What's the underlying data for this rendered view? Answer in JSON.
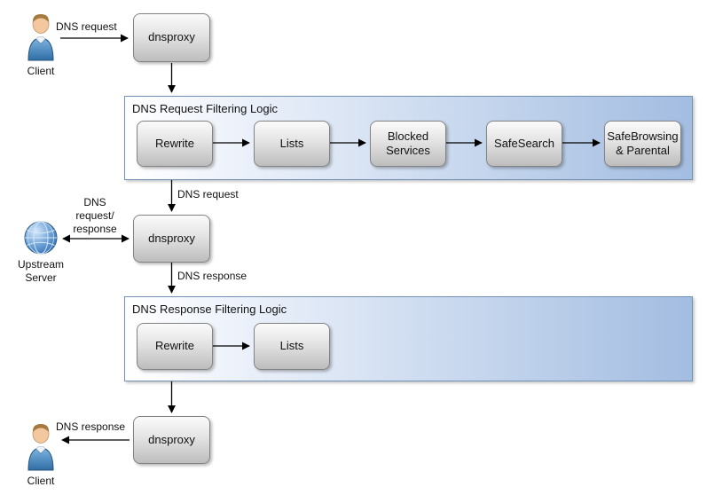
{
  "nodes": {
    "client_top": "Client",
    "dnsproxy_top": "dnsproxy",
    "dnsproxy_mid": "dnsproxy",
    "dnsproxy_bottom": "dnsproxy",
    "upstream_server": "Upstream Server",
    "client_bottom": "Client"
  },
  "request_filter": {
    "title": "DNS Request Filtering Logic",
    "boxes": [
      "Rewrite",
      "Lists",
      "Blocked Services",
      "SafeSearch",
      "SafeBrowsing & Parental"
    ]
  },
  "response_filter": {
    "title": "DNS Response Filtering Logic",
    "boxes": [
      "Rewrite",
      "Lists"
    ]
  },
  "edge_labels": {
    "client_request": "DNS request",
    "filtered_request": "DNS request",
    "upstream_exchange": "DNS request/ response",
    "dns_response": "DNS response",
    "client_response": "DNS response"
  },
  "icons": {
    "client_top": "person-icon",
    "client_bottom": "person-icon",
    "upstream": "globe-icon"
  },
  "colors": {
    "group_border": "#7390b5",
    "group_fill_start": "#ffffff",
    "group_fill_end": "#a3bde1",
    "node_border": "#838383",
    "node_fill_start": "#fbfbfb",
    "node_fill_end": "#bdbdbd",
    "arrow": "#000000"
  }
}
